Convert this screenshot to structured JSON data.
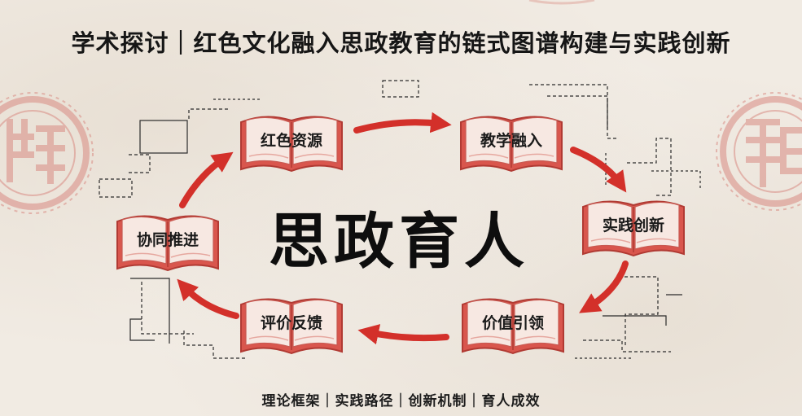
{
  "header": {
    "title": "学术探讨｜红色文化融入思政教育的链式图谱构建与实践创新"
  },
  "center": {
    "title": "思政育人"
  },
  "nodes": [
    {
      "label": "红色资源"
    },
    {
      "label": "教学融入"
    },
    {
      "label": "实践创新"
    },
    {
      "label": "价值引领"
    },
    {
      "label": "评价反馈"
    },
    {
      "label": "协同推进"
    }
  ],
  "footer": {
    "text": "理论框架｜实践路径｜创新机制｜育人成效"
  },
  "colors": {
    "accent_red": "#d3302a",
    "book_red": "#d9564d",
    "page": "#f7e8e2",
    "seal": "#d98b83"
  },
  "icons": {
    "node_icon": "open-book-icon",
    "flow_icon": "curved-arrow-icon",
    "decor_icon": "seal-stamp-icon"
  }
}
